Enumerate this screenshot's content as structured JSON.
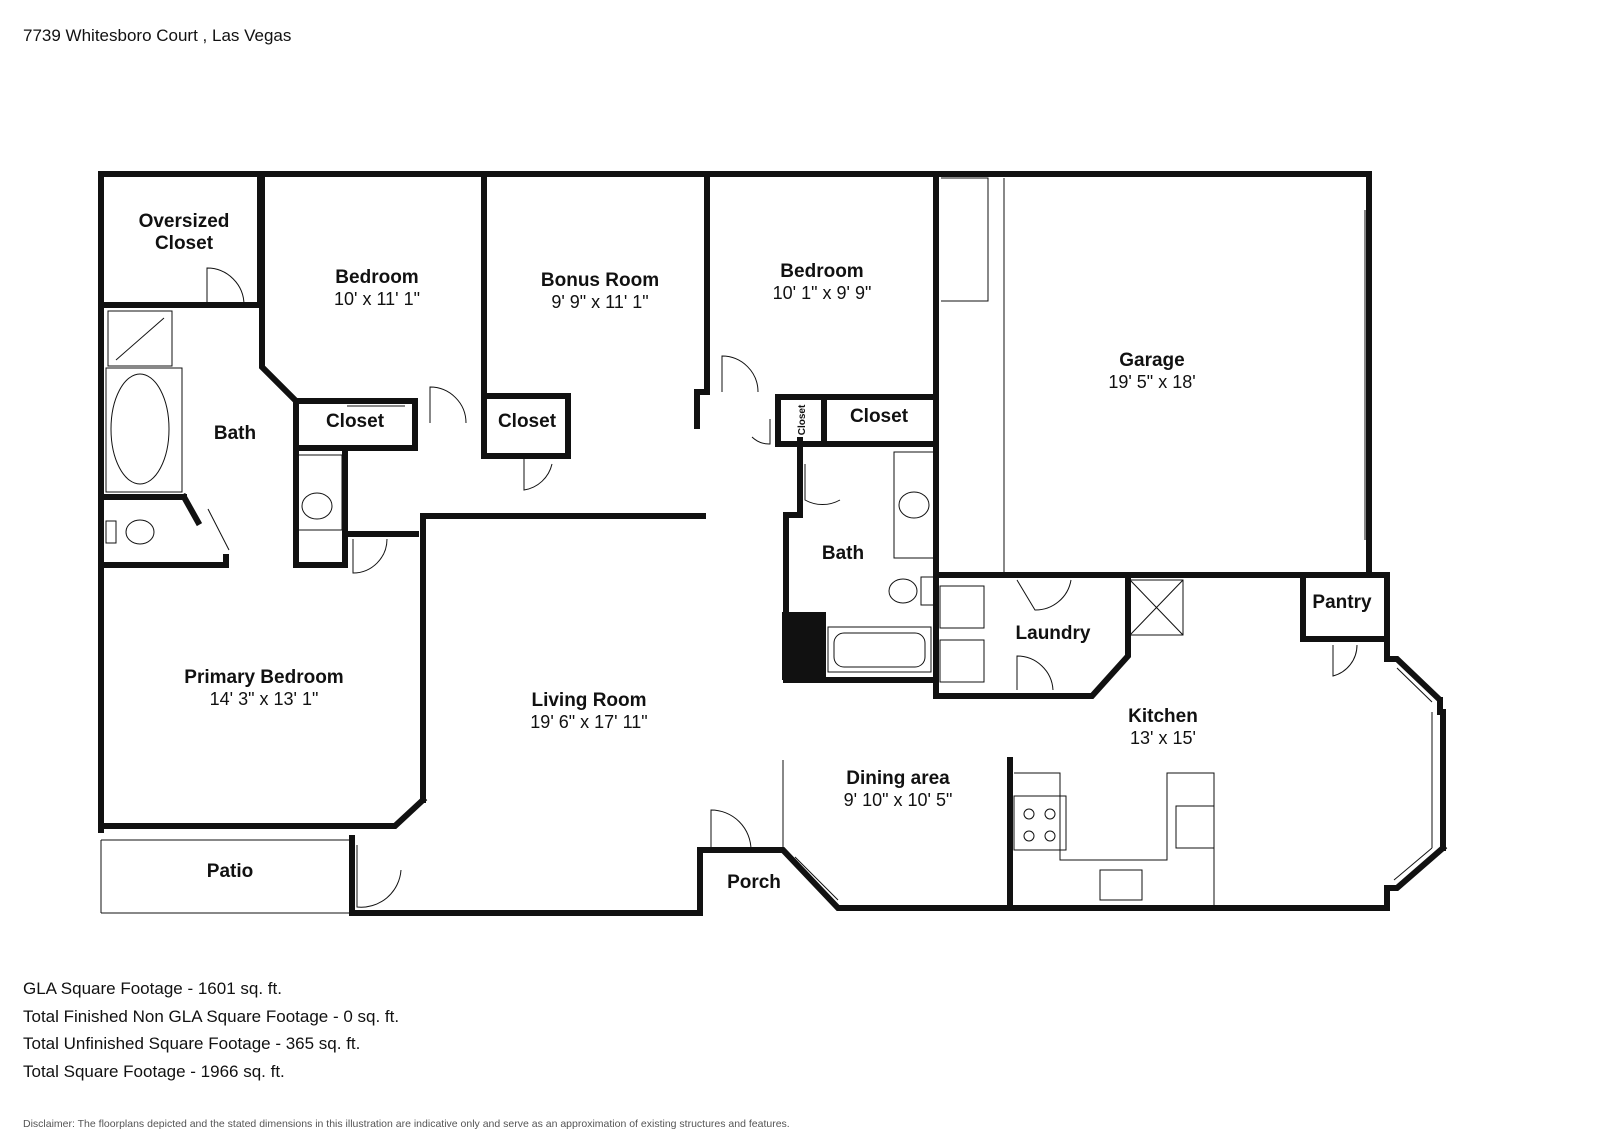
{
  "address": "7739 Whitesboro Court , Las Vegas",
  "rooms": {
    "oversized_closet": {
      "name_line1": "Oversized",
      "name_line2": "Closet"
    },
    "bedroom_1": {
      "name": "Bedroom",
      "dims": "10' x 11' 1\""
    },
    "bonus_room": {
      "name": "Bonus Room",
      "dims": "9' 9\" x 11' 1\""
    },
    "bedroom_2": {
      "name": "Bedroom",
      "dims": "10' 1\" x 9' 9\""
    },
    "garage": {
      "name": "Garage",
      "dims": "19' 5\" x 18'"
    },
    "bath_1": {
      "name": "Bath"
    },
    "closet_1": {
      "name": "Closet"
    },
    "closet_2": {
      "name": "Closet"
    },
    "closet_small": {
      "name": "Closet"
    },
    "closet_3": {
      "name": "Closet"
    },
    "bath_2": {
      "name": "Bath"
    },
    "pantry": {
      "name": "Pantry"
    },
    "laundry": {
      "name": "Laundry"
    },
    "primary_bedroom": {
      "name": "Primary Bedroom",
      "dims": "14' 3\" x 13' 1\""
    },
    "living_room": {
      "name": "Living Room",
      "dims": "19' 6\" x 17' 11\""
    },
    "kitchen": {
      "name": "Kitchen",
      "dims": "13' x 15'"
    },
    "dining_area": {
      "name": "Dining area",
      "dims": "9' 10\" x 10' 5\""
    },
    "patio": {
      "name": "Patio"
    },
    "porch": {
      "name": "Porch"
    }
  },
  "stats": [
    "GLA Square Footage - 1601 sq. ft.",
    "Total Finished Non GLA Square Footage - 0 sq. ft.",
    "Total Unfinished Square Footage - 365 sq. ft.",
    "Total Square Footage - 1966 sq. ft."
  ],
  "disclaimer": "Disclaimer: The floorplans depicted and the stated dimensions in this illustration are indicative only and serve as an approximation of existing structures and features."
}
